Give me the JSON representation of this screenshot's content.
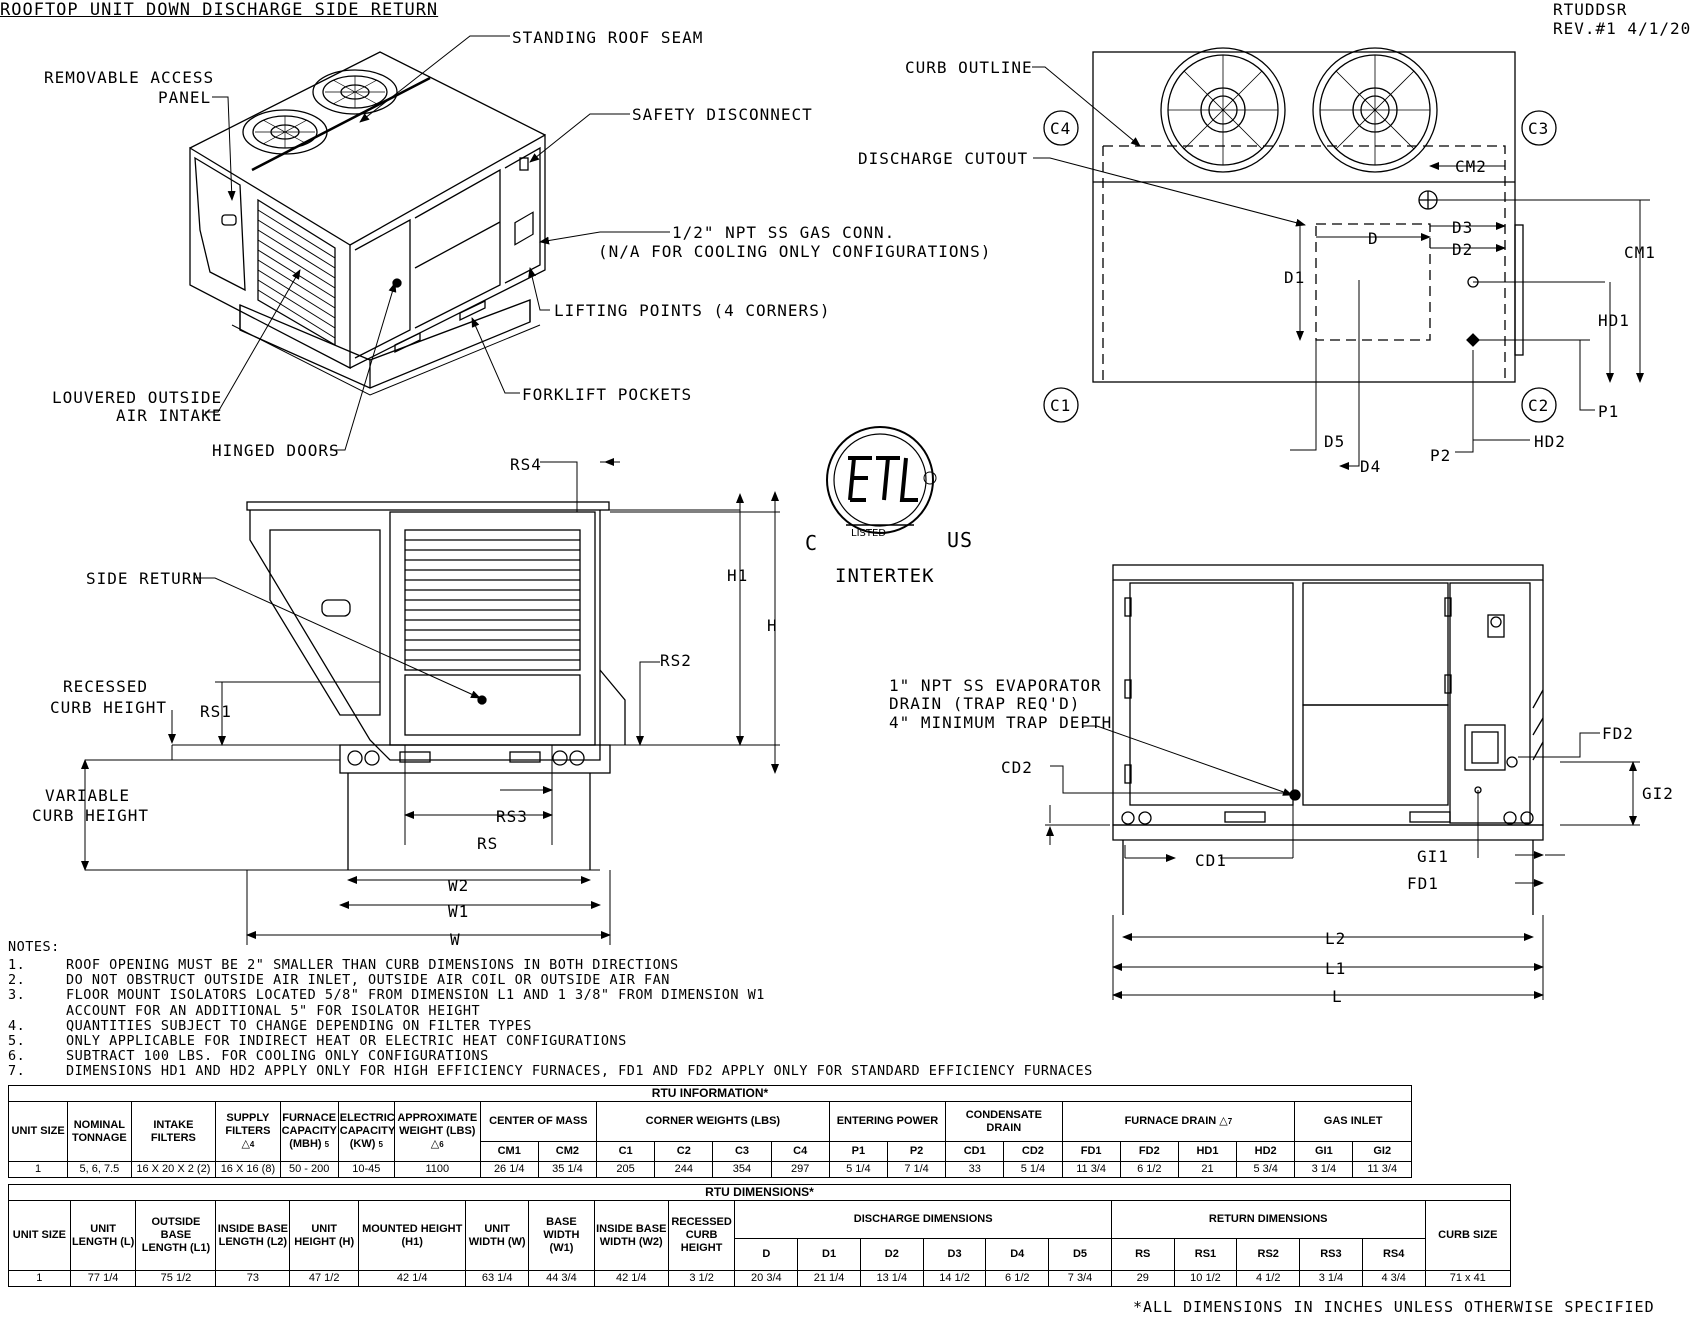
{
  "title": "ROOFTOP UNIT DOWN DISCHARGE SIDE RETURN",
  "doc_code": "RTUDDSR",
  "revision": "REV.#1 4/1/20",
  "iso_labels": {
    "standing_roof_seam": "STANDING ROOF SEAM",
    "removable_access_panel_1": "REMOVABLE ACCESS",
    "removable_access_panel_2": "PANEL",
    "safety_disconnect": "SAFETY DISCONNECT",
    "gas_conn_1": "1/2\" NPT SS GAS CONN.",
    "gas_conn_2": "(N/A FOR COOLING ONLY CONFIGURATIONS)",
    "lifting_points": "LIFTING POINTS (4 CORNERS)",
    "louvered_1": "LOUVERED OUTSIDE",
    "louvered_2": "AIR INTAKE",
    "forklift_pockets": "FORKLIFT POCKETS",
    "hinged_doors": "HINGED DOORS"
  },
  "top_labels": {
    "curb_outline": "CURB OUTLINE",
    "discharge_cutout": "DISCHARGE CUTOUT",
    "c1": "C1",
    "c2": "C2",
    "c3": "C3",
    "c4": "C4",
    "cm1": "CM1",
    "cm2": "CM2",
    "hd1": "HD1",
    "hd2": "HD2",
    "d": "D",
    "d1": "D1",
    "d2": "D2",
    "d3": "D3",
    "d4": "D4",
    "d5": "D5",
    "p1": "P1",
    "p2": "P2"
  },
  "side_labels": {
    "rs4": "RS4",
    "side_return": "SIDE RETURN",
    "h1": "H1",
    "h": "H",
    "rs2": "RS2",
    "recessed_1": "RECESSED",
    "recessed_2": "CURB HEIGHT",
    "rs1": "RS1",
    "variable_1": "VARIABLE",
    "variable_2": "CURB HEIGHT",
    "rs3": "RS3",
    "rs": "RS",
    "w2": "W2",
    "w1": "W1",
    "w": "W"
  },
  "cert": {
    "c": "C",
    "us": "US",
    "listed": "LISTED",
    "brand": "INTERTEK"
  },
  "front_labels": {
    "drain_1": "1\" NPT SS EVAPORATOR",
    "drain_2": "DRAIN (TRAP REQ'D)",
    "drain_3": "4\" MINIMUM TRAP DEPTH",
    "cd2": "CD2",
    "cd1": "CD1",
    "fd2": "FD2",
    "gi2": "GI2",
    "gi1": "GI1",
    "fd1": "FD1",
    "l2": "L2",
    "l1": "L1",
    "l": "L"
  },
  "notes": {
    "heading": "NOTES:",
    "items": [
      {
        "n": "1.",
        "t": "ROOF OPENING MUST BE 2\" SMALLER THAN CURB DIMENSIONS IN BOTH DIRECTIONS"
      },
      {
        "n": "2.",
        "t": "DO NOT OBSTRUCT OUTSIDE AIR INLET, OUTSIDE AIR COIL OR OUTSIDE AIR FAN"
      },
      {
        "n": "3.",
        "t": "FLOOR MOUNT ISOLATORS LOCATED 5/8\" FROM DIMENSION L1 AND 1 3/8\" FROM DIMENSION W1"
      },
      {
        "n": "",
        "t": "ACCOUNT FOR AN ADDITIONAL 5\" FOR ISOLATOR HEIGHT"
      },
      {
        "n": "4.",
        "t": "QUANTITIES SUBJECT TO CHANGE DEPENDING ON FILTER TYPES"
      },
      {
        "n": "5.",
        "t": "ONLY APPLICABLE FOR INDIRECT HEAT OR ELECTRIC HEAT CONFIGURATIONS"
      },
      {
        "n": "6.",
        "t": "SUBTRACT 100 LBS. FOR COOLING ONLY CONFIGURATIONS"
      },
      {
        "n": "7.",
        "t": "DIMENSIONS HD1 AND HD2 APPLY ONLY FOR HIGH EFFICIENCY FURNACES, FD1 AND FD2 APPLY ONLY FOR STANDARD EFFICIENCY FURNACES"
      }
    ]
  },
  "info_table": {
    "caption": "RTU INFORMATION*",
    "headers": {
      "unit_size": "UNIT SIZE",
      "nominal": "NOMINAL TONNAGE",
      "intake": "INTAKE FILTERS",
      "supply": "SUPPLY FILTERS",
      "supply_note": "4",
      "furnace": "FURNACE CAPACITY (MBH)",
      "furnace_note": "5",
      "electric": "ELECTRIC CAPACITY (KW)",
      "electric_note": "5",
      "weight": "APPROXIMATE WEIGHT (LBS)",
      "weight_note": "6",
      "com": "CENTER OF MASS",
      "corner": "CORNER WEIGHTS (LBS)",
      "power": "ENTERING POWER",
      "condensate": "CONDENSATE DRAIN",
      "furnace_drain": "FURNACE DRAIN",
      "furnace_drain_note": "7",
      "gas": "GAS INLET",
      "sub": [
        "CM1",
        "CM2",
        "C1",
        "C2",
        "C3",
        "C4",
        "P1",
        "P2",
        "CD1",
        "CD2",
        "FD1",
        "FD2",
        "HD1",
        "HD2",
        "GI1",
        "GI2"
      ]
    },
    "row": [
      "1",
      "5, 6, 7.5",
      "16 X 20 X 2 (2)",
      "16 X 16 (8)",
      "50 - 200",
      "10-45",
      "1100",
      "26 1/4",
      "35 1/4",
      "205",
      "244",
      "354",
      "297",
      "5 1/4",
      "7 1/4",
      "33",
      "5 1/4",
      "11 3/4",
      "6 1/2",
      "21",
      "5 3/4",
      "3 1/4",
      "11 3/4"
    ]
  },
  "dim_table": {
    "caption": "RTU DIMENSIONS*",
    "headers": {
      "unit_size": "UNIT SIZE",
      "length": "UNIT LENGTH (L)",
      "obl": "OUTSIDE BASE LENGTH (L1)",
      "ibl": "INSIDE BASE LENGTH (L2)",
      "height": "UNIT HEIGHT (H)",
      "mounted": "MOUNTED HEIGHT (H1)",
      "width": "UNIT WIDTH (W)",
      "bw": "BASE WIDTH (W1)",
      "ibw": "INSIDE BASE WIDTH (W2)",
      "recessed": "RECESSED CURB HEIGHT",
      "discharge": "DISCHARGE DIMENSIONS",
      "return": "RETURN DIMENSIONS",
      "curb": "CURB SIZE",
      "sub": [
        "D",
        "D1",
        "D2",
        "D3",
        "D4",
        "D5",
        "RS",
        "RS1",
        "RS2",
        "RS3",
        "RS4"
      ]
    },
    "row": [
      "1",
      "77 1/4",
      "75 1/2",
      "73",
      "47 1/2",
      "42 1/4",
      "63 1/4",
      "44 3/4",
      "42 1/4",
      "3 1/2",
      "20 3/4",
      "21 1/4",
      "13 1/4",
      "14 1/2",
      "6 1/2",
      "7 3/4",
      "29",
      "10 1/2",
      "4 1/2",
      "3 1/4",
      "4 3/4",
      "71 x 41"
    ]
  },
  "footnote": "*ALL DIMENSIONS IN INCHES UNLESS OTHERWISE SPECIFIED"
}
